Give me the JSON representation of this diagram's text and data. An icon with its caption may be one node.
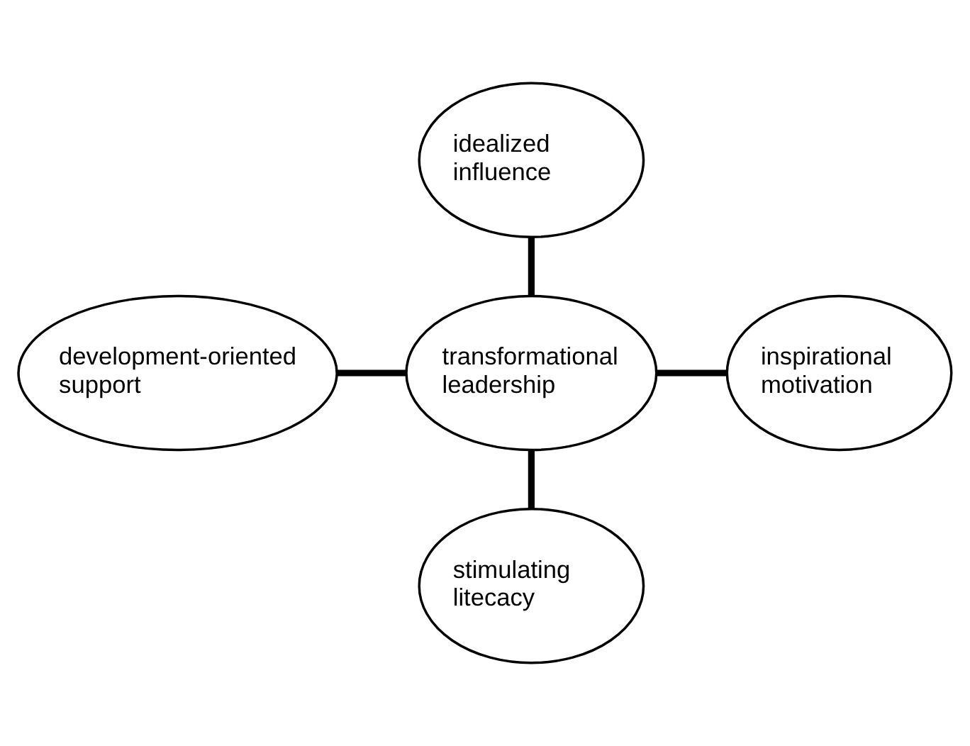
{
  "diagram": {
    "nodes": [
      {
        "text": [
          "idealized influence"
        ]
      },
      {
        "text": [
          "development-oriented support"
        ]
      },
      {
        "text": [
          "transformational leadership"
        ]
      },
      {
        "text": [
          "inspirational motivation"
        ]
      },
      {
        "text": [
          "stimulating litecacy"
        ]
      }
    ],
    "edges": [
      {
        "from": 0,
        "to": 2,
        "arrow": "none"
      },
      {
        "from": 1,
        "to": 2,
        "arrow": "none"
      },
      {
        "from": 2,
        "to": 3,
        "arrow": "none"
      },
      {
        "from": 2,
        "to": 4,
        "arrow": "none"
      }
    ]
  }
}
